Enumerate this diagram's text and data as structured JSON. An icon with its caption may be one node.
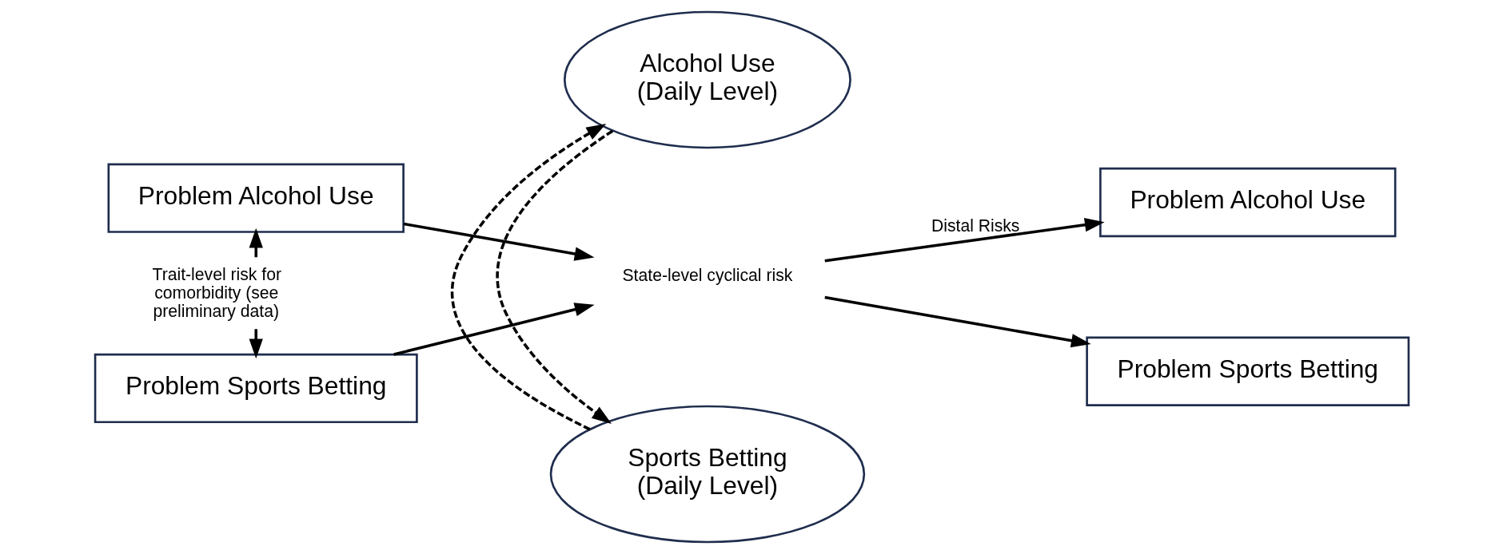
{
  "diagram": {
    "nodes": [
      {
        "text": [
          "Problem Alcohol Use"
        ]
      },
      {
        "text": [
          "Problem Sports Betting"
        ]
      },
      {
        "text": [
          "Alcohol Use",
          "(Daily Level)"
        ]
      },
      {
        "text": [
          "State-level cyclical risk"
        ]
      },
      {
        "text": [
          "Sports Betting",
          "(Daily Level)"
        ]
      },
      {
        "text": [
          "Problem Alcohol Use"
        ]
      },
      {
        "text": [
          "Problem Sports Betting"
        ]
      }
    ],
    "edges": [
      {
        "from": 0,
        "to": 1,
        "arrow": "both",
        "label": "Trait-level risk for comorbidity (see preliminary data)"
      },
      {
        "from": 0,
        "to": 3,
        "arrow": "to"
      },
      {
        "from": 1,
        "to": 3,
        "arrow": "to"
      },
      {
        "from": 2,
        "to": 4,
        "arrow": "to",
        "style": "dashed"
      },
      {
        "from": 4,
        "to": 2,
        "arrow": "to",
        "style": "dashed"
      },
      {
        "from": 3,
        "to": 5,
        "arrow": "to",
        "label": "Distal Risks"
      },
      {
        "from": 3,
        "to": 6,
        "arrow": "to"
      }
    ]
  }
}
